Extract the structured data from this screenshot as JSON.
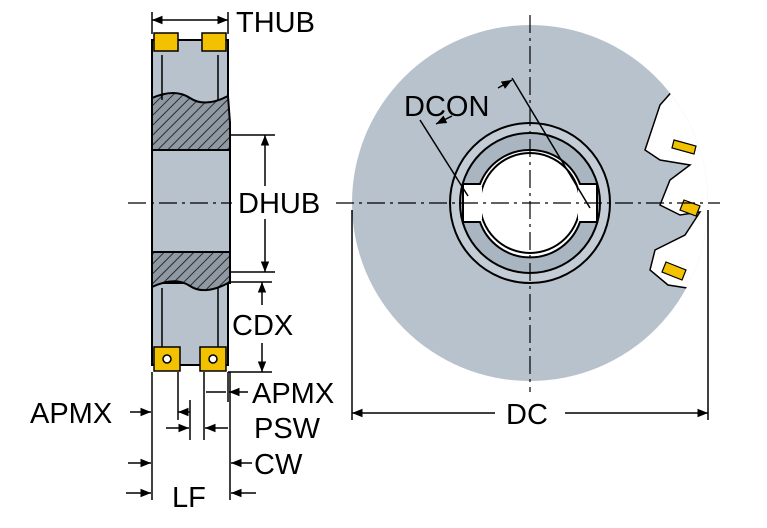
{
  "labels": {
    "thub": "THUB",
    "dcon": "DCON",
    "dhub": "DHUB",
    "cdx": "CDX",
    "apmx_right": "APMX",
    "apmx_left": "APMX",
    "psw": "PSW",
    "cw": "CW",
    "lf": "LF",
    "dc": "DC"
  },
  "colors": {
    "body": "#b7c2cc",
    "body_dark": "#a9b5c0",
    "insert": "#f2c200",
    "line": "#000000",
    "background": "#ffffff"
  }
}
